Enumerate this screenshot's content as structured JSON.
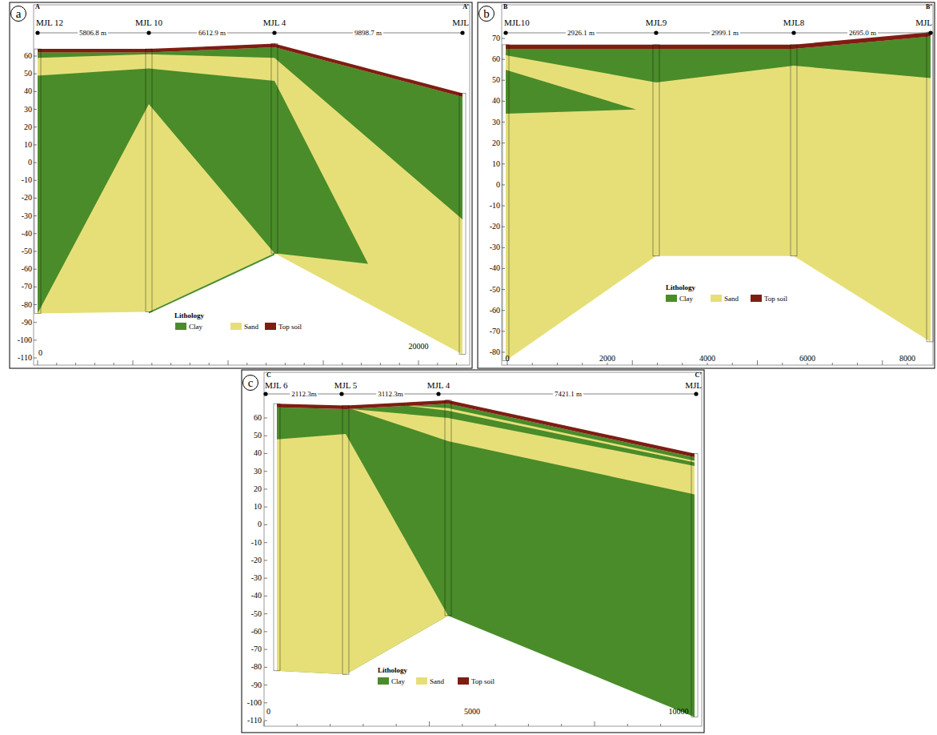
{
  "diagram": {
    "nodes": [
      {
        "text": [
          "a"
        ]
      },
      {
        "text": [
          "b"
        ]
      },
      {
        "text": [
          "c"
        ]
      }
    ],
    "labels": [
      "A",
      "A’",
      "MJL 12",
      "MJL 10",
      "MJL 4",
      "MJL",
      "5806.8 m",
      "6612.9 m",
      "9898.7 m",
      "60",
      "50",
      "40",
      "30",
      "20",
      "10",
      "0",
      "-10",
      "-20",
      "-30",
      "-40",
      "-50",
      "-60",
      "-70",
      "-80",
      "-90",
      "-100",
      "-110",
      "0",
      "20000",
      "Lithology",
      "B",
      "B’",
      "MJL10",
      "MJL9",
      "MJL8",
      "MJL",
      "2926.1 m",
      "2999.1 m",
      "2695.0 m",
      "70",
      "60",
      "50",
      "40",
      "30",
      "20",
      "10",
      "0",
      "-10",
      "-20",
      "-30",
      "-40",
      "-50",
      "-60",
      "-70",
      "-80",
      "0",
      "2000",
      "4000",
      "6000",
      "8000",
      "Lithology",
      "C",
      "C’",
      "MJL 6",
      "MJL 5",
      "MJL 4",
      "MJL",
      "2112.3m",
      "3112.3m",
      "7421.1 m",
      "60",
      "50",
      "40",
      "30",
      "20",
      "10",
      "0",
      "-10",
      "-20",
      "-30",
      "-40",
      "-50",
      "-60",
      "-70",
      "-80",
      "-90",
      "-100",
      "-110",
      "0",
      "5000",
      "10000",
      "Lithology"
    ],
    "legend": [
      {
        "text": "Clay",
        "color": "#4a8c2a"
      },
      {
        "text": "Sand",
        "color": "#e6df78"
      },
      {
        "text": "Top soil",
        "color": "#7f1d12"
      },
      {
        "text": "Clay",
        "color": "#4a8c2a"
      },
      {
        "text": "Sand",
        "color": "#e6df78"
      },
      {
        "text": "Top soil",
        "color": "#7f1d12"
      },
      {
        "text": "Clay",
        "color": "#4a8c2a"
      },
      {
        "text": "Sand",
        "color": "#e6df78"
      },
      {
        "text": "Top soil",
        "color": "#7f1d12"
      }
    ]
  }
}
